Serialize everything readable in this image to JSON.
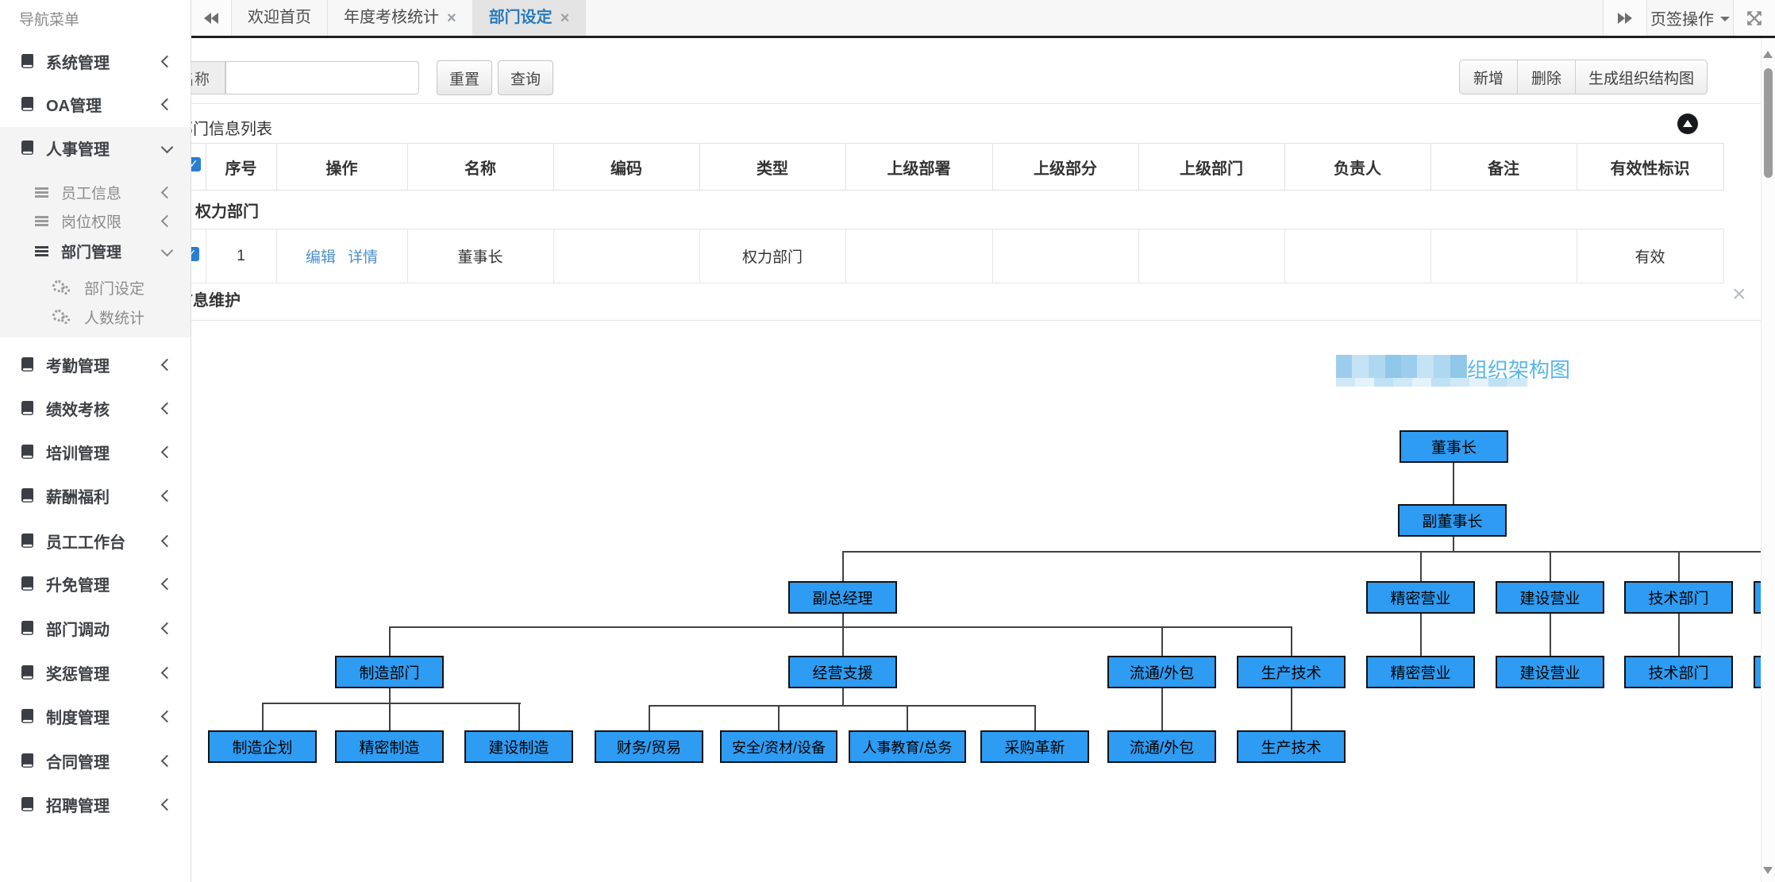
{
  "app": {
    "nav_title": "导航菜单"
  },
  "sidebar": {
    "items": [
      {
        "label": "系统管理"
      },
      {
        "label": "OA管理"
      },
      {
        "label": "人事管理"
      },
      {
        "label": "员工信息"
      },
      {
        "label": "岗位权限"
      },
      {
        "label": "部门管理"
      },
      {
        "label": "部门设定"
      },
      {
        "label": "人数统计"
      },
      {
        "label": "考勤管理"
      },
      {
        "label": "绩效考核"
      },
      {
        "label": "培训管理"
      },
      {
        "label": "薪酬福利"
      },
      {
        "label": "员工工作台"
      },
      {
        "label": "升免管理"
      },
      {
        "label": "部门调动"
      },
      {
        "label": "奖惩管理"
      },
      {
        "label": "制度管理"
      },
      {
        "label": "合同管理"
      },
      {
        "label": "招聘管理"
      }
    ]
  },
  "tabbar": {
    "tabs": [
      {
        "label": "欢迎首页"
      },
      {
        "label": "年度考核统计"
      },
      {
        "label": "部门设定"
      }
    ],
    "menu": "页签操作"
  },
  "filters": {
    "name_label": "名称",
    "name_value": "",
    "reset": "重置",
    "search": "查询"
  },
  "actions": {
    "add": "新增",
    "remove": "删除",
    "generate": "生成组织结构图"
  },
  "list_panel": {
    "title": "部门信息列表",
    "columns": [
      "序号",
      "操作",
      "名称",
      "编码",
      "类型",
      "上级部署",
      "上级部分",
      "上级部门",
      "负责人",
      "备注",
      "有效性标识"
    ],
    "group_row": "权力部门",
    "row": {
      "seq": "1",
      "edit": "编辑",
      "detail": "详情",
      "name": "董事长",
      "code": "",
      "type": "权力部门",
      "sup_dept1": "",
      "sup_dept2": "",
      "sup_dept3": "",
      "owner": "",
      "remark": "",
      "valid": "有效"
    }
  },
  "detail_panel": {
    "title": "信息维护",
    "org_title": "组织架构图",
    "nodes": [
      "董事长",
      "副董事长",
      "副总经理",
      "精密营业",
      "建设营业",
      "技术部门",
      "制造部门",
      "经营支援",
      "流通/外包",
      "生产技术",
      "精密营业",
      "建设营业",
      "技术部门",
      "制造企划",
      "精密制造",
      "建设制造",
      "财务/贸易",
      "安全/资材/设备",
      "人事教育/总务",
      "采购革新",
      "流通/外包",
      "生产技术"
    ]
  },
  "colors": {
    "node_fill": "#2d9cf2",
    "org_title_blue": "#58b6e9",
    "link": "#4a90c9",
    "checkbox_blue": "#2a7dd4"
  }
}
